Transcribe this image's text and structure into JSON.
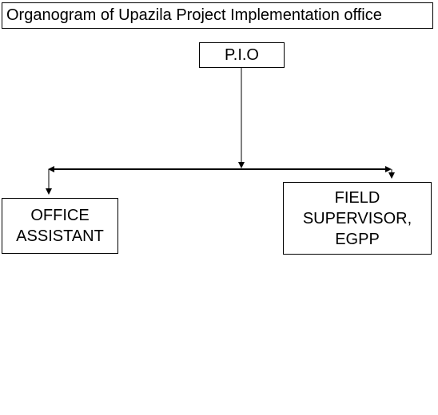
{
  "title": "Organogram of Upazila Project Implementation office",
  "nodes": {
    "pio": {
      "lines": [
        "P.I.O"
      ]
    },
    "office_assistant": {
      "lines": [
        "OFFICE",
        "ASSISTANT"
      ]
    },
    "field_supervisor": {
      "lines": [
        "FIELD",
        "SUPERVISOR,",
        "EGPP"
      ]
    }
  },
  "colors": {
    "line": "#000000",
    "background": "#ffffff"
  }
}
